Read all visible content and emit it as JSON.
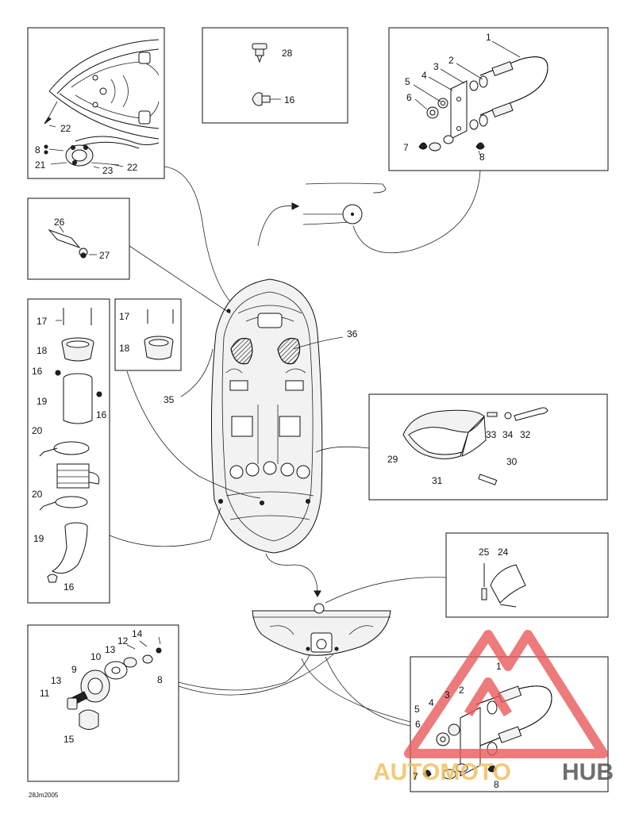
{
  "diagram_code": "28Jm2005",
  "watermark": {
    "word1": "AUTOMOTO",
    "word2": "HUB",
    "color1": "#f0c060",
    "color2": "#555555",
    "triangle_color": "#e85a5a"
  },
  "labels": {
    "tl_22a": "22",
    "tl_8": "8",
    "tl_21": "21",
    "tl_23": "23",
    "tl_22b": "22",
    "tm_28": "28",
    "tm_16": "16",
    "tr_1": "1",
    "tr_2": "2",
    "tr_3": "3",
    "tr_4": "4",
    "tr_5": "5",
    "tr_6": "6",
    "tr_7": "7",
    "tr_8": "8",
    "ml_26": "26",
    "ml_27": "27",
    "la_17": "17",
    "la_18": "18",
    "la_16a": "16",
    "la_19a": "19",
    "la_16b": "16",
    "la_20a": "20",
    "la_20b": "20",
    "la_19b": "19",
    "la_16c": "16",
    "lb_17": "17",
    "lb_18": "18",
    "c_36": "36",
    "c_35": "35",
    "mr_33": "33",
    "mr_34": "34",
    "mr_32": "32",
    "mr_29": "29",
    "mr_30": "30",
    "mr_31": "31",
    "rb_25": "25",
    "rb_24": "24",
    "bl_14": "14",
    "bl_12": "12",
    "bl_13a": "13",
    "bl_10": "10",
    "bl_8": "8",
    "bl_9": "9",
    "bl_13b": "13",
    "bl_11": "11",
    "bl_15": "15",
    "br_1": "1",
    "br_2": "2",
    "br_3": "3",
    "br_4": "4",
    "br_5": "5",
    "br_6": "6",
    "br_7": "7",
    "br_8": "8"
  }
}
